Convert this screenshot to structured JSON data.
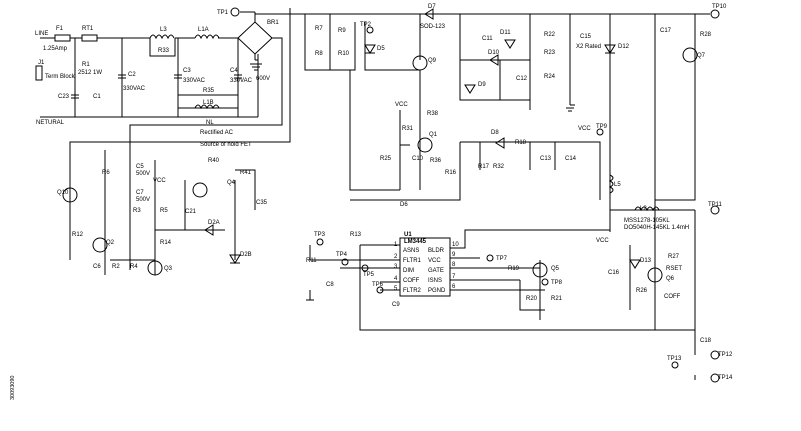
{
  "labels": {
    "line": "LINE",
    "neutral": "NETURAL",
    "j1": "J1",
    "term_block": "Term Block",
    "f1": "F1",
    "f1_val": "1.25Amp",
    "rt1": "RT1",
    "r1": "R1",
    "r1_val": "2512 1W",
    "c23": "C23",
    "c1": "C1",
    "c2": "C2",
    "c2_val": "330VAC",
    "l3": "L3",
    "r33": "R33",
    "l1a": "L1A",
    "c3": "C3",
    "c3_val": "330VAC",
    "c4": "C4",
    "c4_val": "330VAC",
    "r35": "R35",
    "l1b": "L1B",
    "nl": "NL",
    "br1": "BR1",
    "tp1": "TP1",
    "v600": "600V",
    "rectified_ac": "Rectified AC",
    "source_fet": "Source of hold FET",
    "r7": "R7",
    "r8": "R8",
    "r9": "R9",
    "r10": "R10",
    "tp2": "TP2",
    "d5": "D5",
    "q9": "Q9",
    "r38": "R38",
    "d7": "D7",
    "sod": "SOD-123",
    "c11": "C11",
    "c12": "C12",
    "d11": "D11",
    "d10": "D10",
    "d9": "D9",
    "r22": "R22",
    "r23": "R23",
    "r24": "R24",
    "c15": "C15",
    "x2": "X2 Rated",
    "d12": "D12",
    "c17": "C17",
    "tp10": "TP10",
    "r28": "R28",
    "q7": "Q7",
    "vcc": "VCC",
    "r31": "R31",
    "q1": "Q1",
    "c10": "C10",
    "r36": "R36",
    "r25": "R25",
    "d8": "D8",
    "r18": "R18",
    "r32": "R32",
    "r17": "R17",
    "c13": "C13",
    "c14": "C14",
    "tp9": "TP9",
    "r16": "R16",
    "l5": "L5",
    "r6": "R6",
    "c5": "C5",
    "c5_val": "500V",
    "c7": "C7",
    "c7_val": "500V",
    "q10": "Q10",
    "r12": "R12",
    "r40": "R40",
    "r41": "R41",
    "q4": "Q4",
    "c35": "C35",
    "r5": "R5",
    "c21": "C21",
    "r14": "R14",
    "d2a": "D2A",
    "d2b": "D2B",
    "q2": "Q2",
    "c6": "C6",
    "r2": "R2",
    "r3": "R3",
    "r4": "R4",
    "q3": "Q3",
    "d6": "D6",
    "r13": "R13",
    "u1": "U1",
    "lm3445": "LM3445",
    "asns": "ASNS",
    "fltr1": "FLTR1",
    "dim": "DIM",
    "coff": "COFF",
    "fltr2": "FLTR2",
    "bldr": "BLDR",
    "vcc_pin": "VCC",
    "gate": "GATE",
    "isns": "ISNS",
    "pgnd": "PGND",
    "pin10": "10",
    "pin9": "9",
    "pin8": "8",
    "pin7": "7",
    "pin6": "6",
    "pin1": "1",
    "pin2": "2",
    "pin3": "3",
    "pin4": "4",
    "pin5": "5",
    "tp3": "TP3",
    "tp4": "TP4",
    "tp5": "TP5",
    "tp6": "TP6",
    "tp7": "TP7",
    "tp8": "TP8",
    "r11": "R11",
    "c8": "C8",
    "c9": "C9",
    "r19": "R19",
    "q5": "Q5",
    "r20": "R20",
    "r21": "R21",
    "l2": "L2",
    "l2_val": "MSS1278-105KL",
    "l2_val2": "DO5040H-145KL 1.4mH",
    "tp11": "TP11",
    "c16": "C16",
    "d13": "D13",
    "r27": "R27",
    "reset": "RSET",
    "q6": "Q6",
    "r26": "R26",
    "coff_lbl": "COFF",
    "c18": "C18",
    "tp12": "TP12",
    "tp13": "TP13",
    "tp14": "TP14",
    "fig_id": "30093090"
  }
}
